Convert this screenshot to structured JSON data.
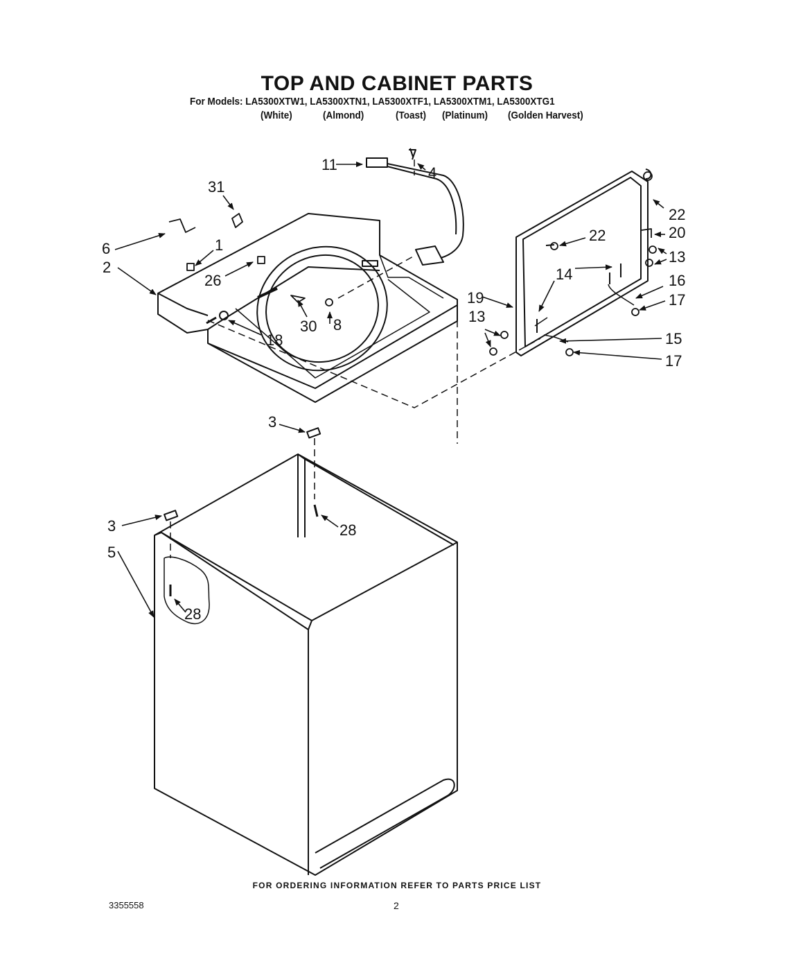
{
  "header": {
    "title": "TOP AND CABINET PARTS",
    "models": "For Models: LA5300XTW1, LA5300XTN1, LA5300XTF1, LA5300XTM1, LA5300XTG1",
    "colors": [
      "(White)",
      "(Almond)",
      "(Toast)",
      "(Platinum)",
      "(Golden Harvest)"
    ]
  },
  "callouts": [
    "11",
    "4",
    "31",
    "6",
    "1",
    "2",
    "26",
    "30",
    "8",
    "18",
    "22",
    "22",
    "20",
    "13",
    "14",
    "16",
    "19",
    "17",
    "13",
    "15",
    "17",
    "3",
    "28",
    "3",
    "5",
    "28"
  ],
  "footer": {
    "note": "FOR ORDERING INFORMATION REFER TO PARTS PRICE LIST",
    "doc_number": "3355558",
    "page_number": "2"
  }
}
